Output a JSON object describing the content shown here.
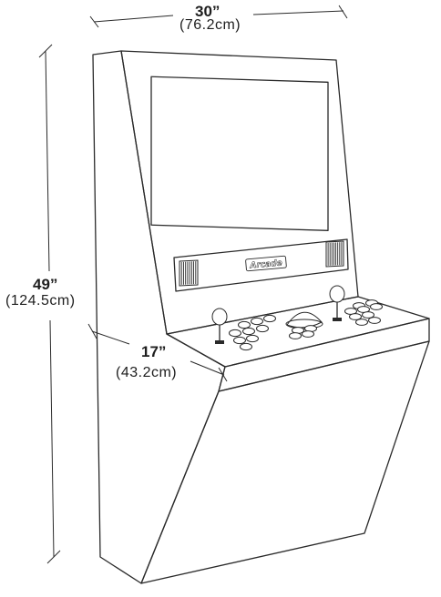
{
  "dimensions": {
    "width": {
      "inches": "30”",
      "cm": "(76.2cm)"
    },
    "height": {
      "inches": "49”",
      "cm": "(124.5cm)"
    },
    "depth": {
      "inches": "17”",
      "cm": "(43.2cm)"
    }
  },
  "marquee_logo": "Arcade",
  "colors": {
    "line": "#2a2a2a",
    "background": "#ffffff",
    "text": "#1e1e1e"
  }
}
